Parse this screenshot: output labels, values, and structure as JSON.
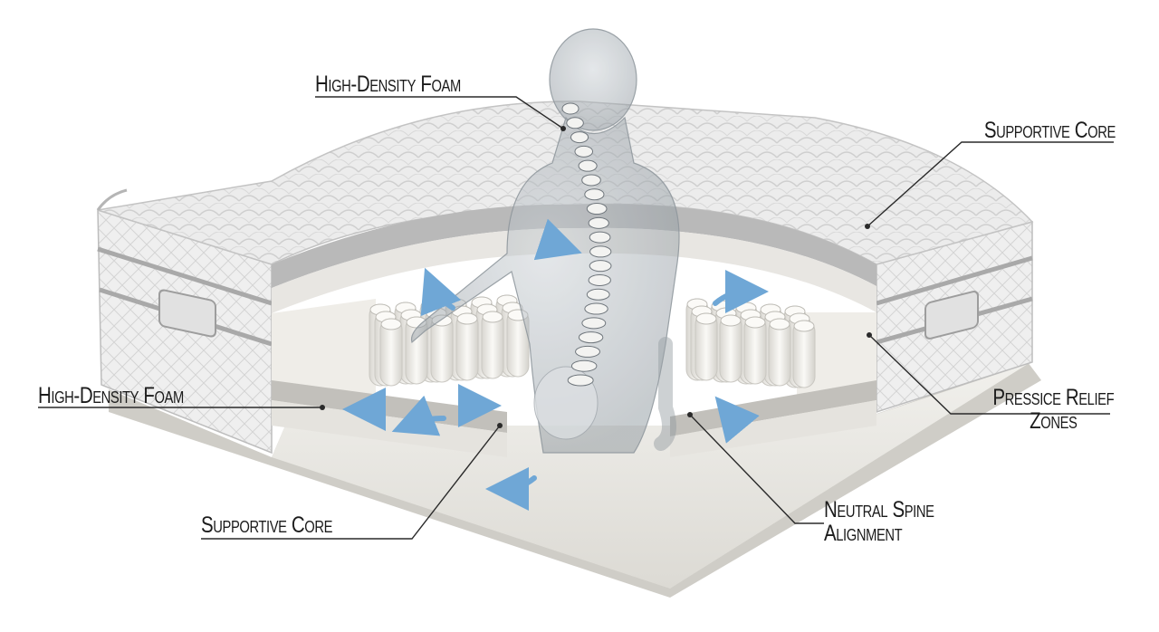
{
  "callouts": {
    "high_density_foam_top": "High-Density Foam",
    "supportive_core_right": "Supportive Core",
    "high_density_foam_left": "High-Density Foam",
    "pressure_relief_line1": "Pressice Relief",
    "pressure_relief_line2": "Zones",
    "supportive_core_bottom": "Supportive Core",
    "neutral_spine_line1": "Neutral Spine",
    "neutral_spine_line2": "Alignment"
  },
  "colors": {
    "background": "#ffffff",
    "label_text": "#1b1b1b",
    "leader_line": "#2a2a2a",
    "quilt_fabric": "#ececec",
    "foam_gray": "#b9b9b9",
    "foam_light": "#e8e6e2",
    "coil": "#f4f3f0",
    "airflow_arrow": "#6fa7d6",
    "body_silhouette": "#9aa3aa"
  },
  "icons": [
    "airflow-arrow-icon",
    "spine-icon",
    "human-silhouette-icon"
  ]
}
